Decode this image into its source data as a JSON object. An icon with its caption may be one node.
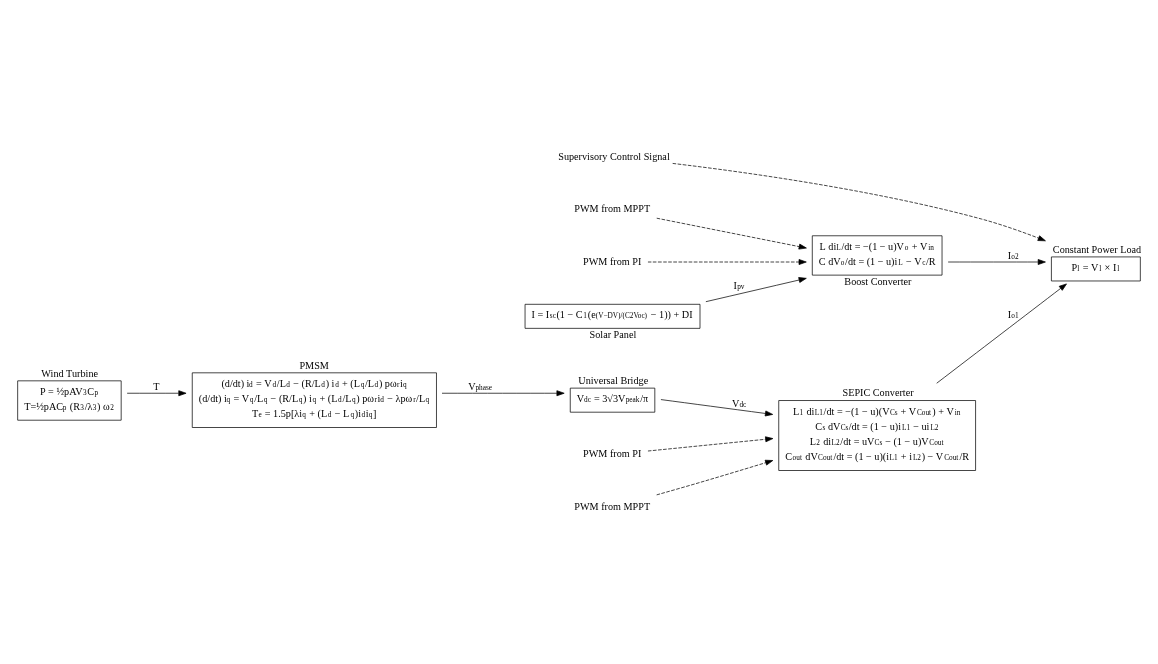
{
  "diagram": {
    "nodes": [
      {
        "text": [
          "Wind Turbine",
          "P = ½pAV$^{3}$C$_{p}$",
          "T=½pAC$_{p}$ (R$^{3}$/λ$^{3}$) ω$^{2}$"
        ]
      },
      {
        "text": [
          "PMSM",
          "(d/dt) i$_{d}$ = V$_{d}$/L$_{d}$ − (R/L$_{d}$) i$_{d}$ + (L$_{q}$/L$_{d}$) pω$_{r}$i$_{q}$",
          "(d/dt) i$_{q}$ = V$_{q}$/L$_{q}$ − (R/L$_{q}$) i$_{q}$ + (L$_{d}$/L$_{q}$) pω$_{r}$i$_{d}$ − λpω$_{r}$/L$_{q}$",
          "T$_{e}$ = 1.5p[λi$_{q}$ + (L$_{d}$ − L$_{q}$)i$_{d}$i$_{q}$]"
        ]
      },
      {
        "text": [
          "Universal Bridge",
          "V$_{dc}$ = 3√3V$_{peak}$/π"
        ]
      },
      {
        "text": [
          "SEPIC Converter",
          "L$_{1}$ di$_{L1}$/dt = −(1 − u)(V$_{Cs}$ + V$_{Cout}$) + V$_{in}$",
          "C$_{s}$ dV$_{Cs}$/dt = (1 − u)i$_{L1}$ − ui$_{L2}$",
          "L$_{2}$ di$_{L2}$/dt = uV$_{Cs}$ − (1 − u)V$_{Cout}$",
          "C$_{out}$ dV$_{Cout}$/dt = (1 − u)(i$_{L1}$ + i$_{L2}$) − V$_{Cout}$/R"
        ]
      },
      {
        "text": [
          "Constant Power Load",
          "P$_{l}$ = V$_{l}$ × I$_{l}$"
        ]
      },
      {
        "text": [
          "Supervisory Control Signal"
        ]
      },
      {
        "text": [
          "PWM from PI"
        ]
      },
      {
        "text": [
          "I = I$_{sc}$(1 − C$_{1}$(e$^{(V−DV)/(C2Voc)}$ − 1)) + DI",
          "Solar Panel"
        ]
      },
      {
        "text": [
          "L di$_{L}$/dt = −(1 − u)V$_{o}$ + V$_{in}$",
          "C dV$_{o}$/dt = (1 − u)i$_{L}$ − V$_{c}$/R",
          "Boost Converter"
        ]
      },
      {
        "text": [
          "PWM from MPPT"
        ]
      },
      {
        "text": [
          "PWM from PI"
        ]
      },
      {
        "text": [
          "PWM from MPPT"
        ]
      }
    ],
    "edges": [
      {
        "from": 0,
        "to": 1,
        "arrow": "to",
        "label": "T"
      },
      {
        "from": 1,
        "to": 2,
        "arrow": "to",
        "label": "V$_{phase}$"
      },
      {
        "from": 2,
        "to": 3,
        "arrow": "to",
        "label": "V$_{dc}$"
      },
      {
        "from": 3,
        "to": 4,
        "arrow": "to",
        "label": "I$_{o1}$"
      },
      {
        "from": 5,
        "to": 4,
        "arrow": "to",
        "style": "dashed"
      },
      {
        "from": 6,
        "to": 8,
        "arrow": "to",
        "style": "dashed"
      },
      {
        "from": 8,
        "to": 4,
        "arrow": "to",
        "label": "I$_{o2}$"
      },
      {
        "from": 7,
        "to": 8,
        "arrow": "to",
        "label": "I$_{pv}$"
      },
      {
        "from": 9,
        "to": 8,
        "arrow": "to",
        "style": "dashed"
      },
      {
        "from": 10,
        "to": 3,
        "arrow": "to",
        "style": "dashed"
      },
      {
        "from": 11,
        "to": 3,
        "arrow": "to",
        "style": "dashed"
      }
    ]
  }
}
